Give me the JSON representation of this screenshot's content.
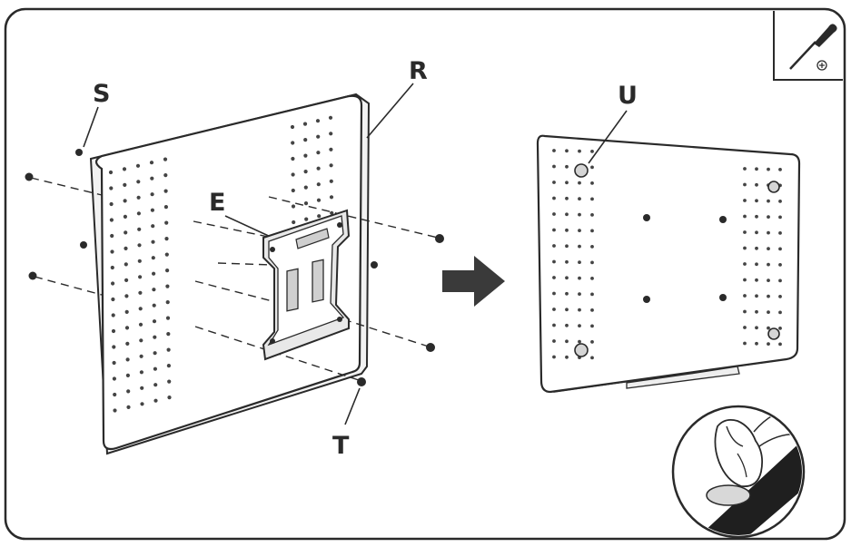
{
  "labels": {
    "S": "S",
    "R": "R",
    "E": "E",
    "T": "T",
    "U": "U"
  },
  "icons": {
    "corner_tool": "screwdriver-phillips-icon",
    "arrow": "right-arrow-icon",
    "detail": "hand-pressing-pad-icon"
  },
  "colors": {
    "line": "#2a2a2a",
    "panel": "#ffffff",
    "arrow": "#3a3a3a",
    "hole": "#555555"
  }
}
